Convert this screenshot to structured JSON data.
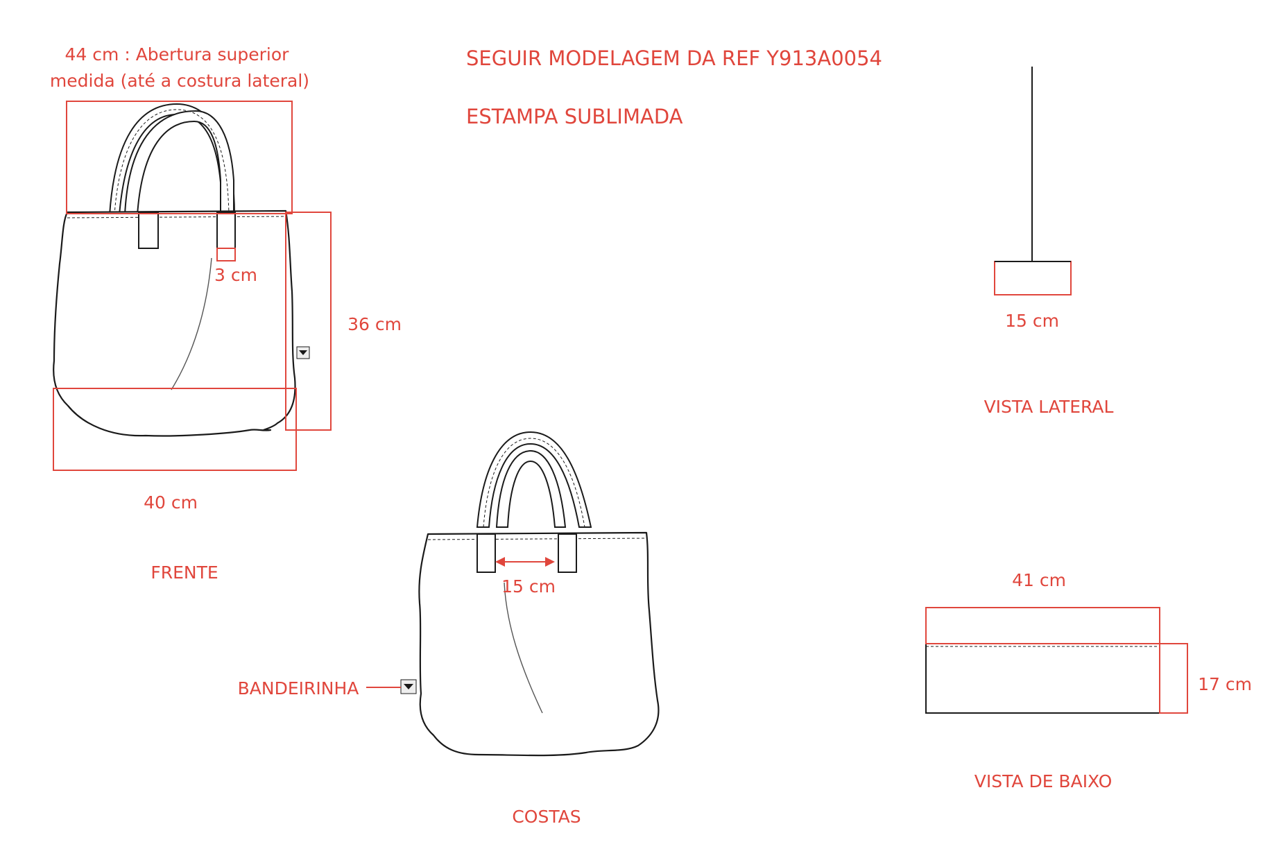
{
  "notes": {
    "reference": "SEGUIR MODELAGEM DA REF Y913A0054",
    "print": "ESTAMPA SUBLIMADA"
  },
  "front": {
    "caption": "FRENTE",
    "opening_line1": "44 cm : Abertura superior",
    "opening_line2": "medida (até a costura lateral)",
    "handle_tab": "3 cm",
    "height": "36 cm",
    "width": "40 cm"
  },
  "back": {
    "caption": "COSTAS",
    "handle_gap": "15 cm",
    "flag_label": "BANDEIRINHA"
  },
  "side_view": {
    "caption": "VISTA LATERAL",
    "depth": "15 cm"
  },
  "bottom_view": {
    "caption": "VISTA DE BAIXO",
    "width": "41 cm",
    "depth": "17 cm"
  },
  "colors": {
    "annotation": "#e0463c",
    "outline": "#1a1a1a"
  }
}
